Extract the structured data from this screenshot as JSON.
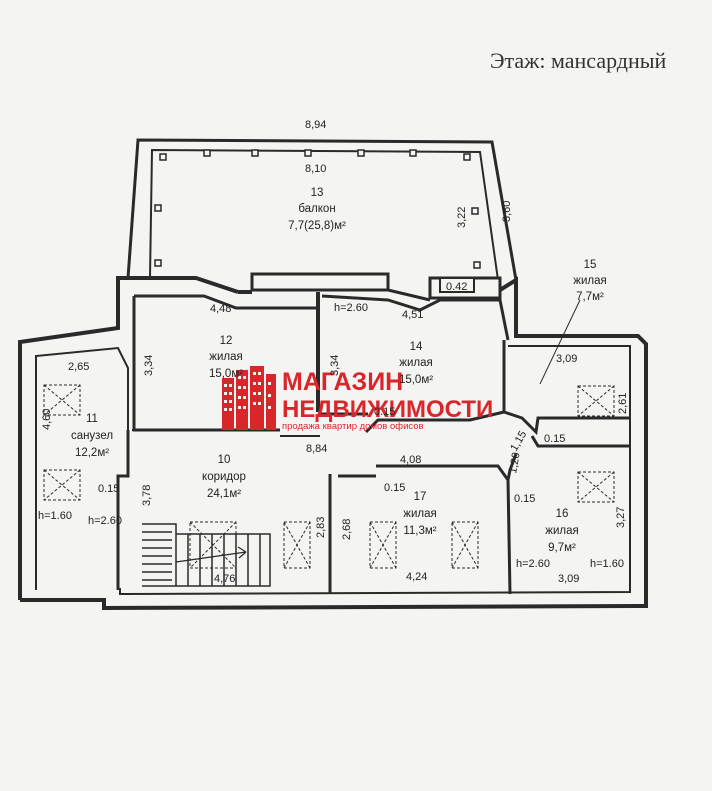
{
  "floor_title": "Этаж: мансардный",
  "rooms": [
    {
      "id": "r13",
      "number": "13",
      "name": "балкон",
      "area": "7,7(25,8)м²"
    },
    {
      "id": "r12",
      "number": "12",
      "name": "жилая",
      "area": "15,0м²"
    },
    {
      "id": "r14",
      "number": "14",
      "name": "жилая",
      "area": "15,0м²"
    },
    {
      "id": "r15",
      "number": "15",
      "name": "жилая",
      "area": "7,7м²"
    },
    {
      "id": "r11",
      "number": "11",
      "name": "санузел",
      "area": "12,2м²"
    },
    {
      "id": "r10",
      "number": "10",
      "name": "коридор",
      "area": "24,1м²"
    },
    {
      "id": "r17",
      "number": "17",
      "name": "жилая",
      "area": "11,3м²"
    },
    {
      "id": "r16",
      "number": "16",
      "name": "жилая",
      "area": "9,7м²"
    }
  ],
  "dimensions": {
    "d894": "8,94",
    "d810": "8,10",
    "d322": "3,22",
    "d360": "3,60",
    "d448": "4,48",
    "dh260a": "h=2.60",
    "d451": "4,51",
    "d042": "0.42",
    "d334a": "3,34",
    "d334b": "3,34",
    "d265": "2,65",
    "d309a": "3,09",
    "d261": "2,61",
    "d015a": "0.15",
    "d884": "8,84",
    "d115": "1,15",
    "d015b": "0.15",
    "d460": "4,60",
    "d408": "4,08",
    "d120": "1,20",
    "d015c": "0.15",
    "d015d": "0.15",
    "d378": "3,78",
    "dh160a": "h=1.60",
    "dh260b": "h=2.60",
    "d283": "2,83",
    "d268": "2,68",
    "d327": "3,27",
    "d015e": "0.15",
    "dh260c": "h=2.60",
    "dh160b": "h=1.60",
    "d476": "4,76",
    "d424": "4,24",
    "d309b": "3,09"
  },
  "watermark": {
    "line1": "МАГАЗИН",
    "line2": "НЕДВИЖИМОСТИ",
    "tagline": "продажа квартир домов офисов",
    "color": "#d9262a"
  }
}
